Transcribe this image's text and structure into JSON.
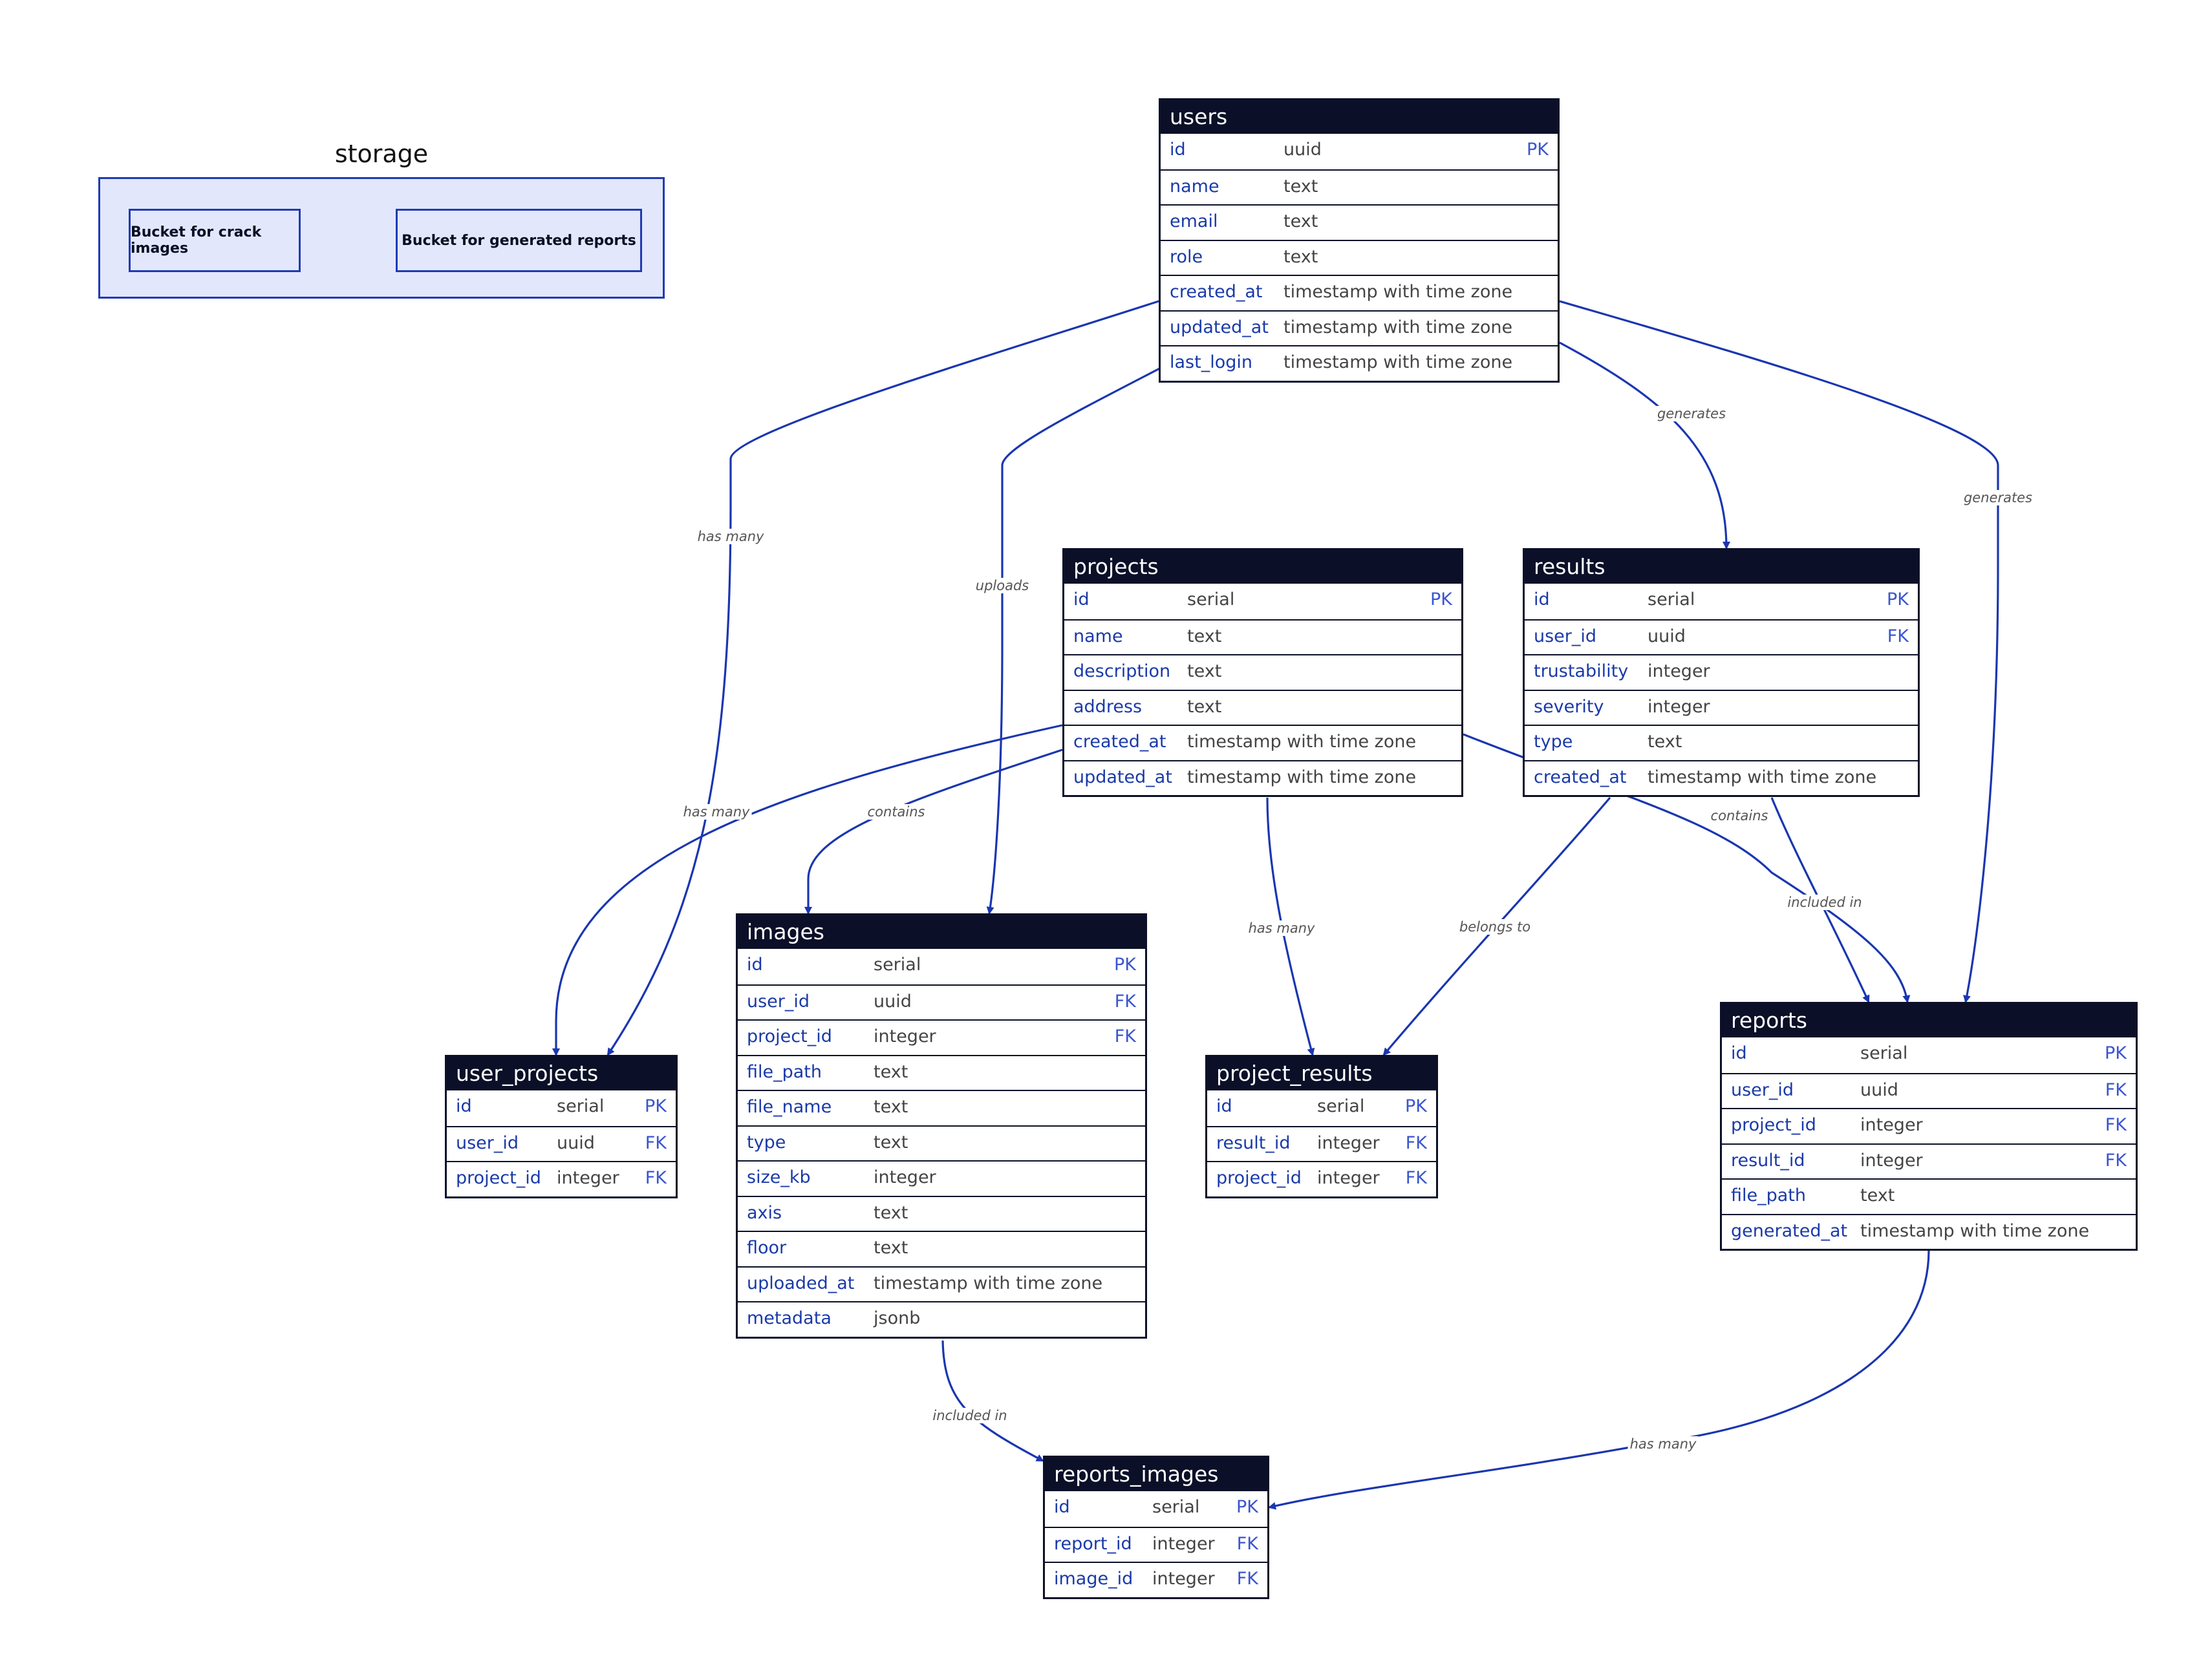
{
  "storage": {
    "title": "storage",
    "buckets": [
      "Bucket for crack images",
      "Bucket for generated reports"
    ]
  },
  "tables": {
    "users": {
      "name": "users",
      "rows": [
        {
          "name": "id",
          "type": "uuid",
          "key": "PK"
        },
        {
          "name": "name",
          "type": "text",
          "key": ""
        },
        {
          "name": "email",
          "type": "text",
          "key": ""
        },
        {
          "name": "role",
          "type": "text",
          "key": ""
        },
        {
          "name": "created_at",
          "type": "timestamp with time zone",
          "key": ""
        },
        {
          "name": "updated_at",
          "type": "timestamp with time zone",
          "key": ""
        },
        {
          "name": "last_login",
          "type": "timestamp with time zone",
          "key": ""
        }
      ]
    },
    "projects": {
      "name": "projects",
      "rows": [
        {
          "name": "id",
          "type": "serial",
          "key": "PK"
        },
        {
          "name": "name",
          "type": "text",
          "key": ""
        },
        {
          "name": "description",
          "type": "text",
          "key": ""
        },
        {
          "name": "address",
          "type": "text",
          "key": ""
        },
        {
          "name": "created_at",
          "type": "timestamp with time zone",
          "key": ""
        },
        {
          "name": "updated_at",
          "type": "timestamp with time zone",
          "key": ""
        }
      ]
    },
    "results": {
      "name": "results",
      "rows": [
        {
          "name": "id",
          "type": "serial",
          "key": "PK"
        },
        {
          "name": "user_id",
          "type": "uuid",
          "key": "FK"
        },
        {
          "name": "trustability",
          "type": "integer",
          "key": ""
        },
        {
          "name": "severity",
          "type": "integer",
          "key": ""
        },
        {
          "name": "type",
          "type": "text",
          "key": ""
        },
        {
          "name": "created_at",
          "type": "timestamp with time zone",
          "key": ""
        }
      ]
    },
    "images": {
      "name": "images",
      "rows": [
        {
          "name": "id",
          "type": "serial",
          "key": "PK"
        },
        {
          "name": "user_id",
          "type": "uuid",
          "key": "FK"
        },
        {
          "name": "project_id",
          "type": "integer",
          "key": "FK"
        },
        {
          "name": "file_path",
          "type": "text",
          "key": ""
        },
        {
          "name": "file_name",
          "type": "text",
          "key": ""
        },
        {
          "name": "type",
          "type": "text",
          "key": ""
        },
        {
          "name": "size_kb",
          "type": "integer",
          "key": ""
        },
        {
          "name": "axis",
          "type": "text",
          "key": ""
        },
        {
          "name": "floor",
          "type": "text",
          "key": ""
        },
        {
          "name": "uploaded_at",
          "type": "timestamp with time zone",
          "key": ""
        },
        {
          "name": "metadata",
          "type": "jsonb",
          "key": ""
        }
      ]
    },
    "user_projects": {
      "name": "user_projects",
      "rows": [
        {
          "name": "id",
          "type": "serial",
          "key": "PK"
        },
        {
          "name": "user_id",
          "type": "uuid",
          "key": "FK"
        },
        {
          "name": "project_id",
          "type": "integer",
          "key": "FK"
        }
      ]
    },
    "project_results": {
      "name": "project_results",
      "rows": [
        {
          "name": "id",
          "type": "serial",
          "key": "PK"
        },
        {
          "name": "result_id",
          "type": "integer",
          "key": "FK"
        },
        {
          "name": "project_id",
          "type": "integer",
          "key": "FK"
        }
      ]
    },
    "reports": {
      "name": "reports",
      "rows": [
        {
          "name": "id",
          "type": "serial",
          "key": "PK"
        },
        {
          "name": "user_id",
          "type": "uuid",
          "key": "FK"
        },
        {
          "name": "project_id",
          "type": "integer",
          "key": "FK"
        },
        {
          "name": "result_id",
          "type": "integer",
          "key": "FK"
        },
        {
          "name": "file_path",
          "type": "text",
          "key": ""
        },
        {
          "name": "generated_at",
          "type": "timestamp with time zone",
          "key": ""
        }
      ]
    },
    "reports_images": {
      "name": "reports_images",
      "rows": [
        {
          "name": "id",
          "type": "serial",
          "key": "PK"
        },
        {
          "name": "report_id",
          "type": "integer",
          "key": "FK"
        },
        {
          "name": "image_id",
          "type": "integer",
          "key": "FK"
        }
      ]
    }
  },
  "relationships": [
    {
      "from": "users",
      "to": "user_projects",
      "label": "has many"
    },
    {
      "from": "users",
      "to": "images",
      "label": "uploads"
    },
    {
      "from": "users",
      "to": "results",
      "label": "generates"
    },
    {
      "from": "users",
      "to": "reports",
      "label": "generates"
    },
    {
      "from": "projects",
      "to": "user_projects",
      "label": "has many"
    },
    {
      "from": "projects",
      "to": "images",
      "label": "contains"
    },
    {
      "from": "projects",
      "to": "project_results",
      "label": "has many"
    },
    {
      "from": "projects",
      "to": "reports",
      "label": "contains"
    },
    {
      "from": "results",
      "to": "project_results",
      "label": "belongs to"
    },
    {
      "from": "results",
      "to": "reports",
      "label": "included in"
    },
    {
      "from": "images",
      "to": "reports_images",
      "label": "included in"
    },
    {
      "from": "reports",
      "to": "reports_images",
      "label": "has many"
    }
  ],
  "colors": {
    "header": "#0b1028",
    "edge": "#1a36b0",
    "storage_fill": "#e3e7fb",
    "column_name": "#1a3aa8"
  }
}
